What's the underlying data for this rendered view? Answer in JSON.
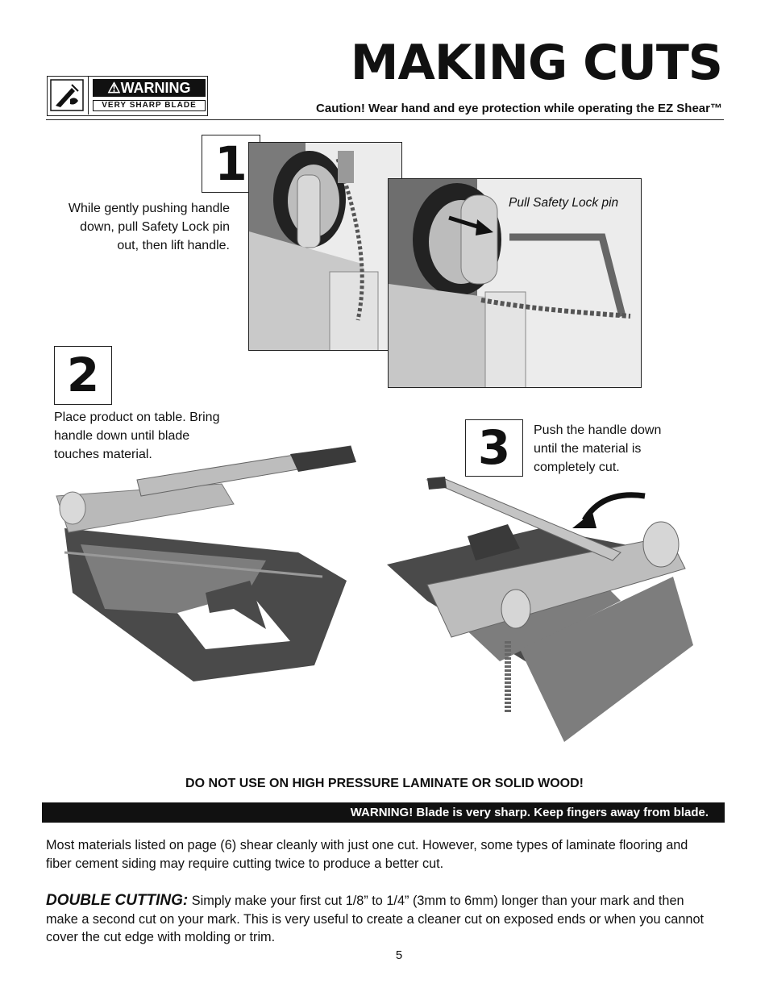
{
  "header": {
    "title": "MAKING CUTS",
    "caution": "Caution! Wear hand and eye protection while operating the EZ Shear™",
    "warning_label": {
      "heading": "WARNING",
      "subheading": "VERY SHARP BLADE",
      "icon": "blade-hand-icon"
    }
  },
  "steps": [
    {
      "number": "1",
      "text_lines": [
        "While gently pushing handle",
        "down, pull Safety Lock pin",
        "out, then lift handle."
      ]
    },
    {
      "number": "2",
      "text_lines": [
        "Place product on table. Bring",
        "handle down until blade",
        "touches material."
      ]
    },
    {
      "number": "3",
      "text_lines": [
        "Push the handle down",
        "until the material is",
        "completely cut."
      ]
    }
  ],
  "callout": "Pull Safety Lock pin",
  "notice": "DO NOT USE ON HIGH PRESSURE LAMINATE OR SOLID WOOD!",
  "banner": "WARNING! Blade is very sharp. Keep fingers away from blade.",
  "paragraphs": {
    "p1_lines": [
      "Most materials listed on page (6) shear cleanly with just one cut. However, some types of laminate flooring and",
      "fiber cement siding may require cutting twice to produce a better cut."
    ],
    "double_label": "DOUBLE CUTTING:",
    "p2_first": " Simply make your first cut 1/8” to 1/4” (3mm to 6mm) longer than your mark and then",
    "p2_lines": [
      "make a second cut on your mark. This is very useful to create a cleaner cut on exposed ends or when you cannot",
      "cover the cut edge with molding or trim."
    ]
  },
  "page_number": "5",
  "colors": {
    "ink": "#111111",
    "banner": "#111111",
    "metal": "#9a9a9a",
    "base": "#4a4a4a",
    "material": "#7d7d7d"
  }
}
